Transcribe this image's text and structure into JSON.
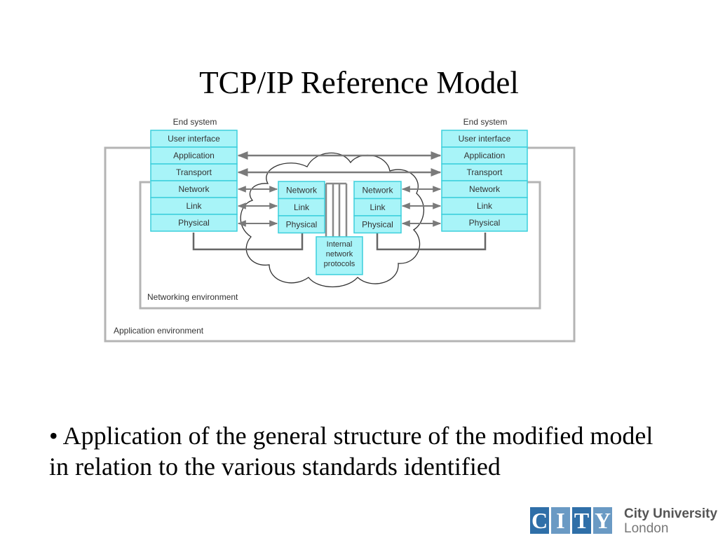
{
  "slide": {
    "title": "TCP/IP Reference Model",
    "bullet": "• Application of the general structure of the modified model in relation to the various standards identified"
  },
  "diagram": {
    "end_system_left": {
      "title": "End system",
      "layers": [
        "User interface",
        "Application",
        "Transport",
        "Network",
        "Link",
        "Physical"
      ]
    },
    "end_system_right": {
      "title": "End system",
      "layers": [
        "User interface",
        "Application",
        "Transport",
        "Network",
        "Link",
        "Physical"
      ]
    },
    "router_left": {
      "layers": [
        "Network",
        "Link",
        "Physical"
      ]
    },
    "router_right": {
      "layers": [
        "Network",
        "Link",
        "Physical"
      ]
    },
    "internal_protocols": [
      "Internal",
      "network",
      "protocols"
    ],
    "networking_environment": "Networking environment",
    "application_environment": "Application environment",
    "colors": {
      "layer_fill": "#a8f4f8",
      "layer_stroke": "#3ccfdc",
      "frame": "#b4b4b4",
      "arrow": "#7a7a7a"
    }
  },
  "logo": {
    "letters": [
      "C",
      "I",
      "T",
      "Y"
    ],
    "line1": "City University",
    "line2": "London"
  }
}
